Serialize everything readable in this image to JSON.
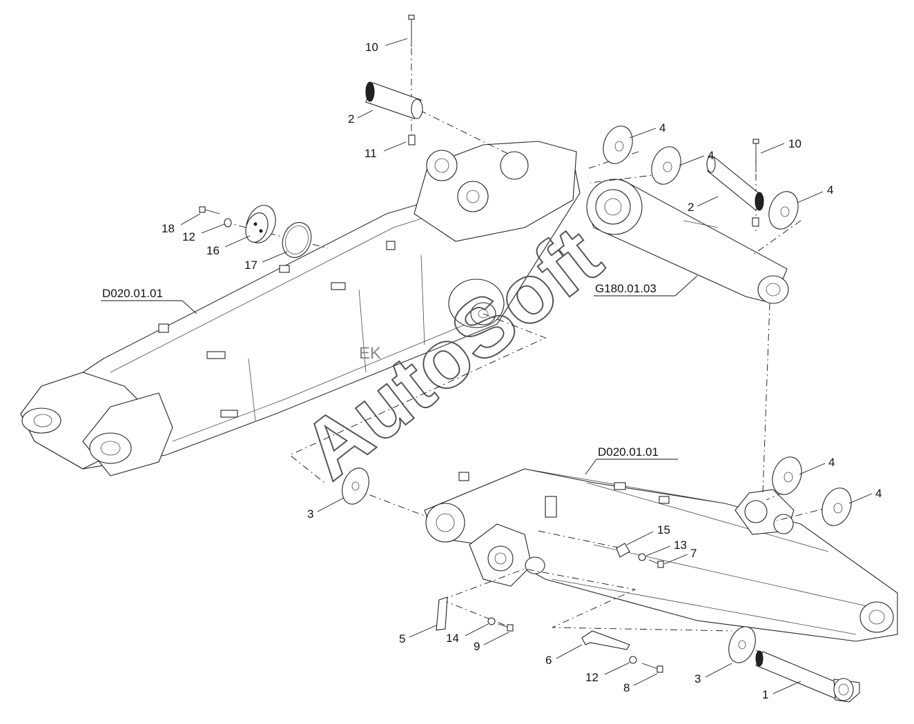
{
  "watermark": "AutoSoft",
  "refs": {
    "boom_upper": "D020.01.01",
    "boom_lower": "D020.01.01",
    "cylinder": "G180.01.03"
  },
  "callouts": {
    "c1": "1",
    "c2a": "2",
    "c2b": "2",
    "c3a": "3",
    "c3b": "3",
    "c4a": "4",
    "c4b": "4",
    "c4c": "4",
    "c4d": "4",
    "c4e": "4",
    "c5": "5",
    "c6": "6",
    "c7": "7",
    "c8": "8",
    "c9": "9",
    "c10a": "10",
    "c10b": "10",
    "c11": "11",
    "c12a": "12",
    "c12b": "12",
    "c13": "13",
    "c14": "14",
    "c15": "15",
    "c16": "16",
    "c17": "17",
    "c18": "18"
  }
}
